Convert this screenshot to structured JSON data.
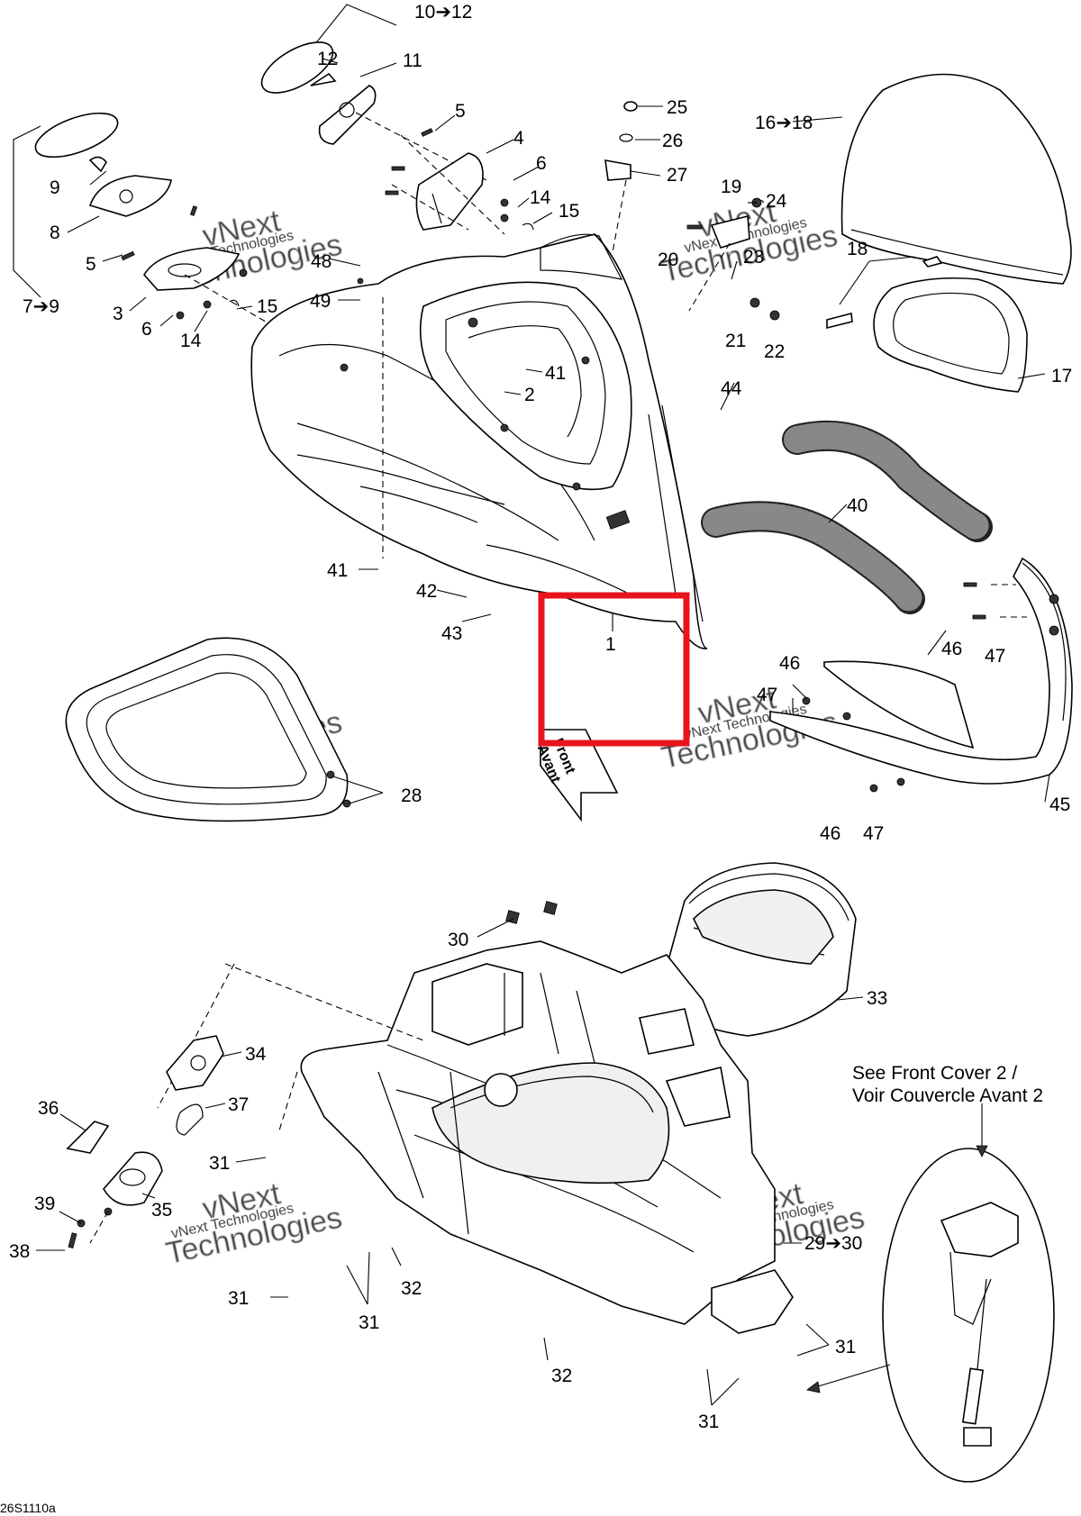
{
  "callouts": {
    "c10_12": "10➔12",
    "c12": "12",
    "c11": "11",
    "c5a": "5",
    "c4": "4",
    "c6a": "6",
    "c14a": "14",
    "c15a": "15",
    "c9": "9",
    "c8": "8",
    "c5b": "5",
    "c3": "3",
    "c6b": "6",
    "c14b": "14",
    "c15b": "15",
    "c7_9": "7➔9",
    "c48": "48",
    "c49": "49",
    "c41a": "41",
    "c2": "2",
    "c41b": "41",
    "c42": "42",
    "c43": "43",
    "c1": "1",
    "c25": "25",
    "c26": "26",
    "c27": "27",
    "c19": "19",
    "c24": "24",
    "c20": "20",
    "c23": "23",
    "c21": "21",
    "c22": "22",
    "c16_18": "16➔18",
    "c18": "18",
    "c17": "17",
    "c44": "44",
    "c40": "40",
    "c46a": "46",
    "c47a": "47",
    "c46b": "46",
    "c47b": "47",
    "c46c": "46",
    "c47c": "47",
    "c45": "45",
    "c28": "28",
    "c30a": "30",
    "c33": "33",
    "c34": "34",
    "c36": "36",
    "c37": "37",
    "c31a": "31",
    "c39": "39",
    "c35": "35",
    "c38": "38",
    "c31b": "31",
    "c31c": "31",
    "c32a": "32",
    "c29_30": "29➔30",
    "c31d": "31",
    "c32b": "32",
    "c31e": "31"
  },
  "front_label": {
    "line1": "Front",
    "line2": "Avant"
  },
  "see_note": {
    "line1": "See Front Cover 2 /",
    "line2": "Voir Couvercle Avant 2"
  },
  "figure_code": "26S1110a",
  "watermark": {
    "line1": "vNext",
    "line2": "Technologies",
    "small": "vNext Technologies"
  },
  "highlight_color": "#e8141c"
}
